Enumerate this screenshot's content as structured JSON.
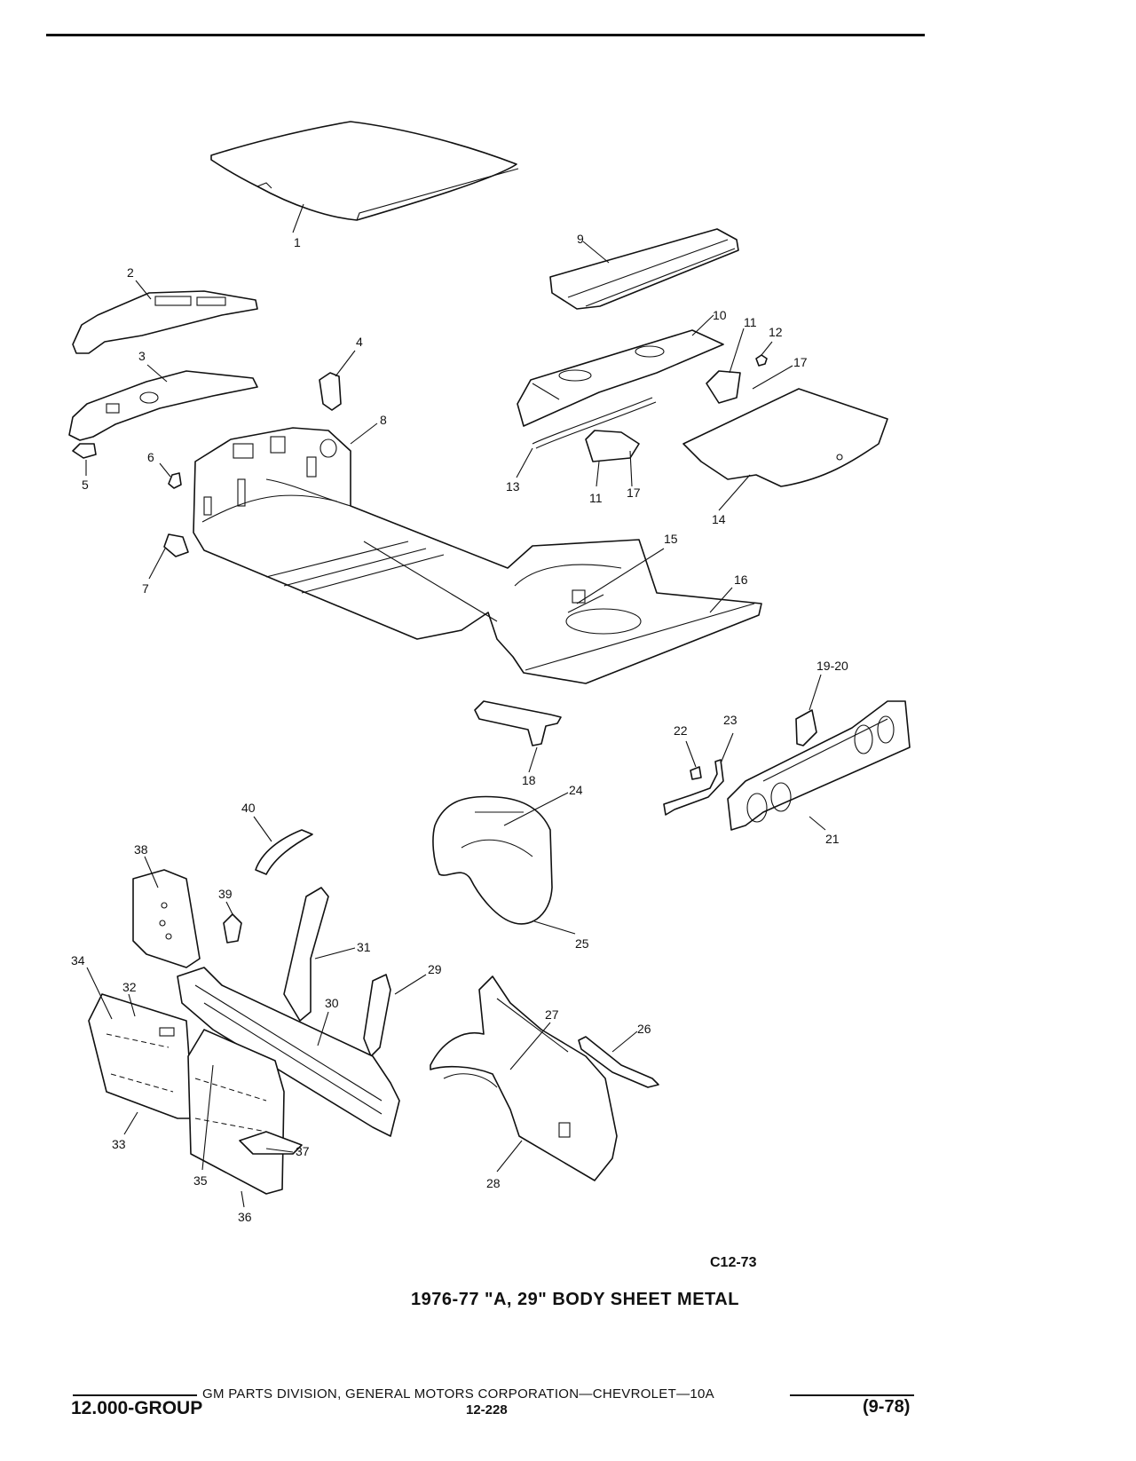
{
  "figure_code": "C12-73",
  "title": "1976-77 \"A, 29\" BODY SHEET METAL",
  "footer": {
    "credit": "GM PARTS DIVISION, GENERAL MOTORS CORPORATION—CHEVROLET—10A",
    "group": "12.000-GROUP",
    "page": "12-228",
    "revision": "(9-78)"
  },
  "callouts": {
    "c1": "1",
    "c2": "2",
    "c3": "3",
    "c4": "4",
    "c5": "5",
    "c6": "6",
    "c7": "7",
    "c8": "8",
    "c9": "9",
    "c10": "10",
    "c11a": "11",
    "c11b": "11",
    "c12": "12",
    "c13": "13",
    "c14": "14",
    "c15": "15",
    "c16": "16",
    "c17a": "17",
    "c17b": "17",
    "c18": "18",
    "c1920": "19-20",
    "c21": "21",
    "c22": "22",
    "c23": "23",
    "c24": "24",
    "c25": "25",
    "c26": "26",
    "c27": "27",
    "c28": "28",
    "c29": "29",
    "c30": "30",
    "c31": "31",
    "c32": "32",
    "c33": "33",
    "c34": "34",
    "c35": "35",
    "c36": "36",
    "c37": "37",
    "c38": "38",
    "c39": "39",
    "c40": "40"
  }
}
